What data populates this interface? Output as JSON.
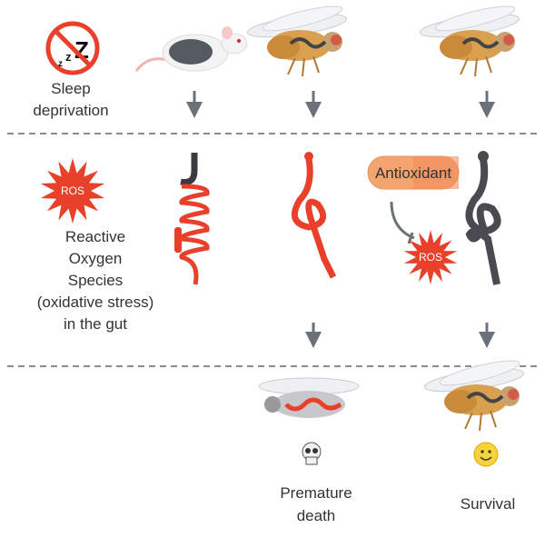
{
  "sleep_label": [
    "Sleep",
    "deprivation"
  ],
  "ros_label": "ROS",
  "gut_label": [
    "Reactive",
    "Oxygen",
    "Species",
    "(oxidative stress)",
    "in the gut"
  ],
  "antioxidant_label": "Antioxidant",
  "outcome_death": [
    "Premature",
    "death"
  ],
  "outcome_survival": "Survival",
  "colors": {
    "ros_red": "#e8402a",
    "gut_dark": "#4a4a50",
    "pill_orange": "#f4a46e",
    "arrow_gray": "#6b7178",
    "fly_body": "#d9a050"
  },
  "icons": [
    "no-sleep-icon",
    "mouse-icon",
    "fly-icon",
    "skull-icon",
    "smiley-icon",
    "ros-star-icon"
  ]
}
